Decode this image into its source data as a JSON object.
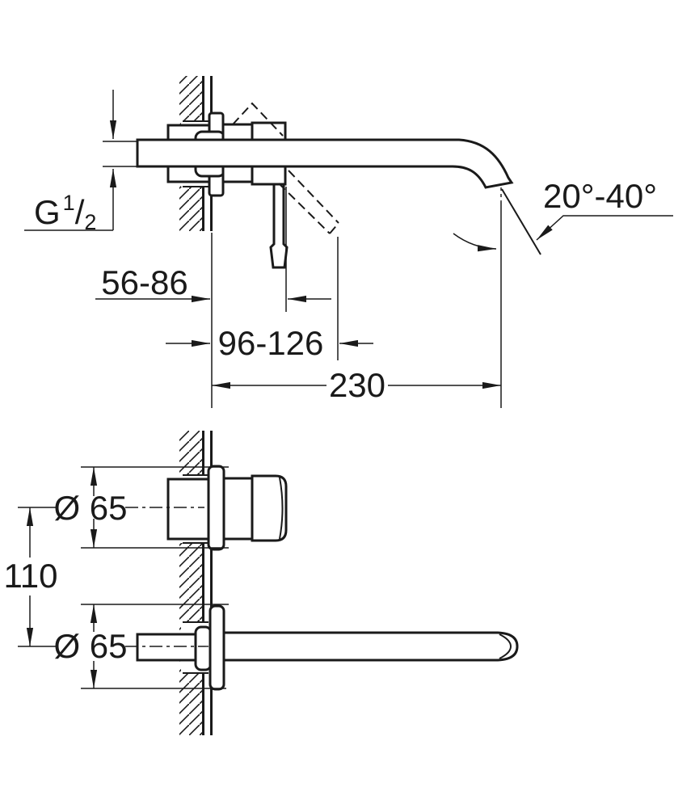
{
  "page": {
    "background": "#ffffff",
    "line_color": "#1a1a1a",
    "kind": "technical dimensional drawing of wall-mounted two-hole basin mixer"
  },
  "drawing": {
    "side_view": {
      "thread": {
        "prefix": "G",
        "sup": "1",
        "slash": "/",
        "sub": "2"
      },
      "depth_range": "56-86",
      "lever_reach_range": "96-126",
      "spout_reach": "230",
      "spout_angle_range": "20°-40°"
    },
    "plan_view": {
      "handle_diameter": "Ø 65",
      "spout_diameter": "Ø 65",
      "center_distance": "110"
    }
  }
}
